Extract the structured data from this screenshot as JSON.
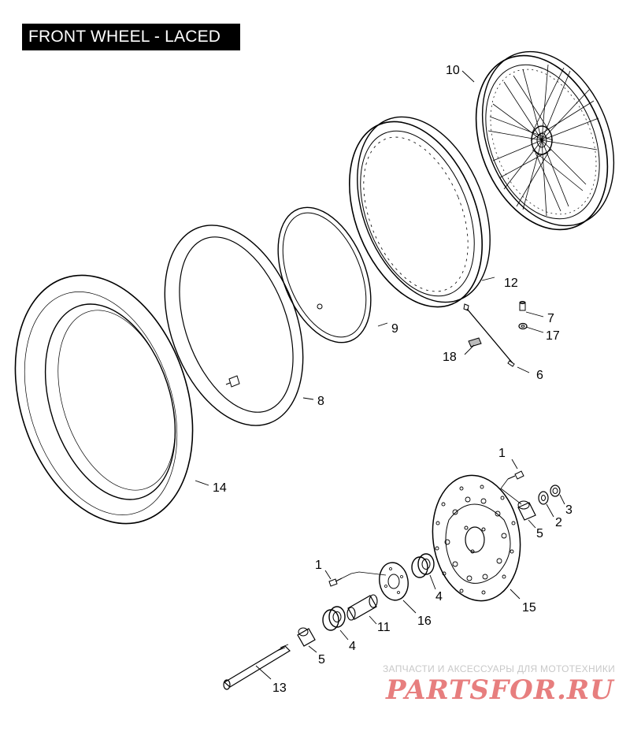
{
  "title": "FRONT WHEEL - LACED",
  "callouts": {
    "c10": "10",
    "c12": "12",
    "c9": "9",
    "c8": "8",
    "c14": "14",
    "c7": "7",
    "c17": "17",
    "c18": "18",
    "c6": "6",
    "c1a": "1",
    "c3": "3",
    "c2": "2",
    "c5a": "5",
    "c1b": "1",
    "c4a": "4",
    "c15": "15",
    "c16": "16",
    "c11": "11",
    "c4b": "4",
    "c5b": "5",
    "c13": "13"
  },
  "watermark": {
    "line1": "ЗАПЧАСТИ И АКСЕССУАРЫ ДЛЯ МОТОТЕХНИКИ",
    "logo": "PARTSFOR.RU",
    "color": "#d72828"
  },
  "colors": {
    "line": "#000000",
    "background": "#ffffff",
    "title_bg": "#000000",
    "title_fg": "#ffffff"
  }
}
